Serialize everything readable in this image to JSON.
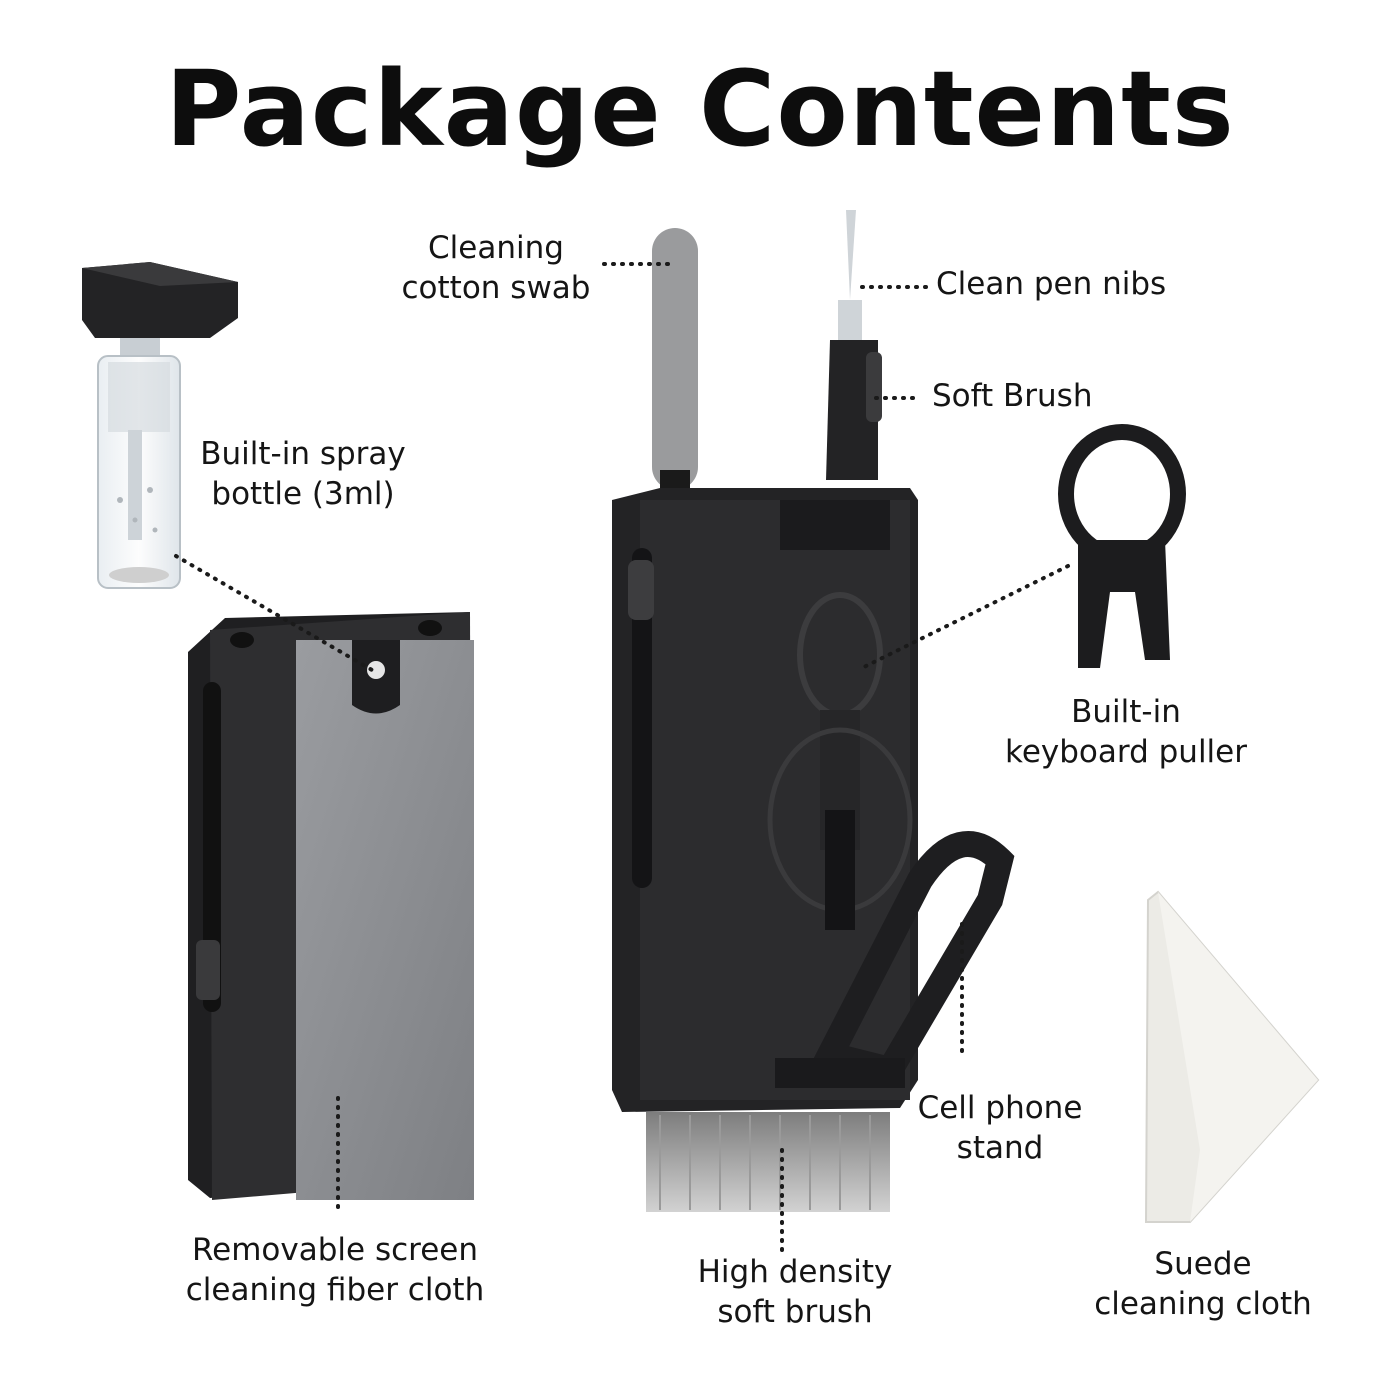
{
  "title": "Package Contents",
  "labels": {
    "cotton_swab": [
      "Cleaning",
      "cotton swab"
    ],
    "pen_nibs": "Clean pen nibs",
    "soft_brush": "Soft Brush",
    "spray_bottle": [
      "Built-in spray",
      "bottle (3ml)"
    ],
    "keyboard_puller": [
      "Built-in",
      "keyboard puller"
    ],
    "phone_stand": [
      "Cell phone",
      "stand"
    ],
    "fiber_cloth": [
      "Removable screen",
      "cleaning fiber cloth"
    ],
    "dense_brush": [
      "High density",
      "soft brush"
    ],
    "suede_cloth": [
      "Suede",
      "cleaning cloth"
    ]
  },
  "colors": {
    "body": "#2b2b2d",
    "body_dark": "#1d1d1f",
    "fiber_gray": "#8c8e92",
    "swab_gray": "#9a9b9d",
    "bristle": "#b9b9b9",
    "cloth": "#ecebe6",
    "dots": "#1a1a1a"
  }
}
